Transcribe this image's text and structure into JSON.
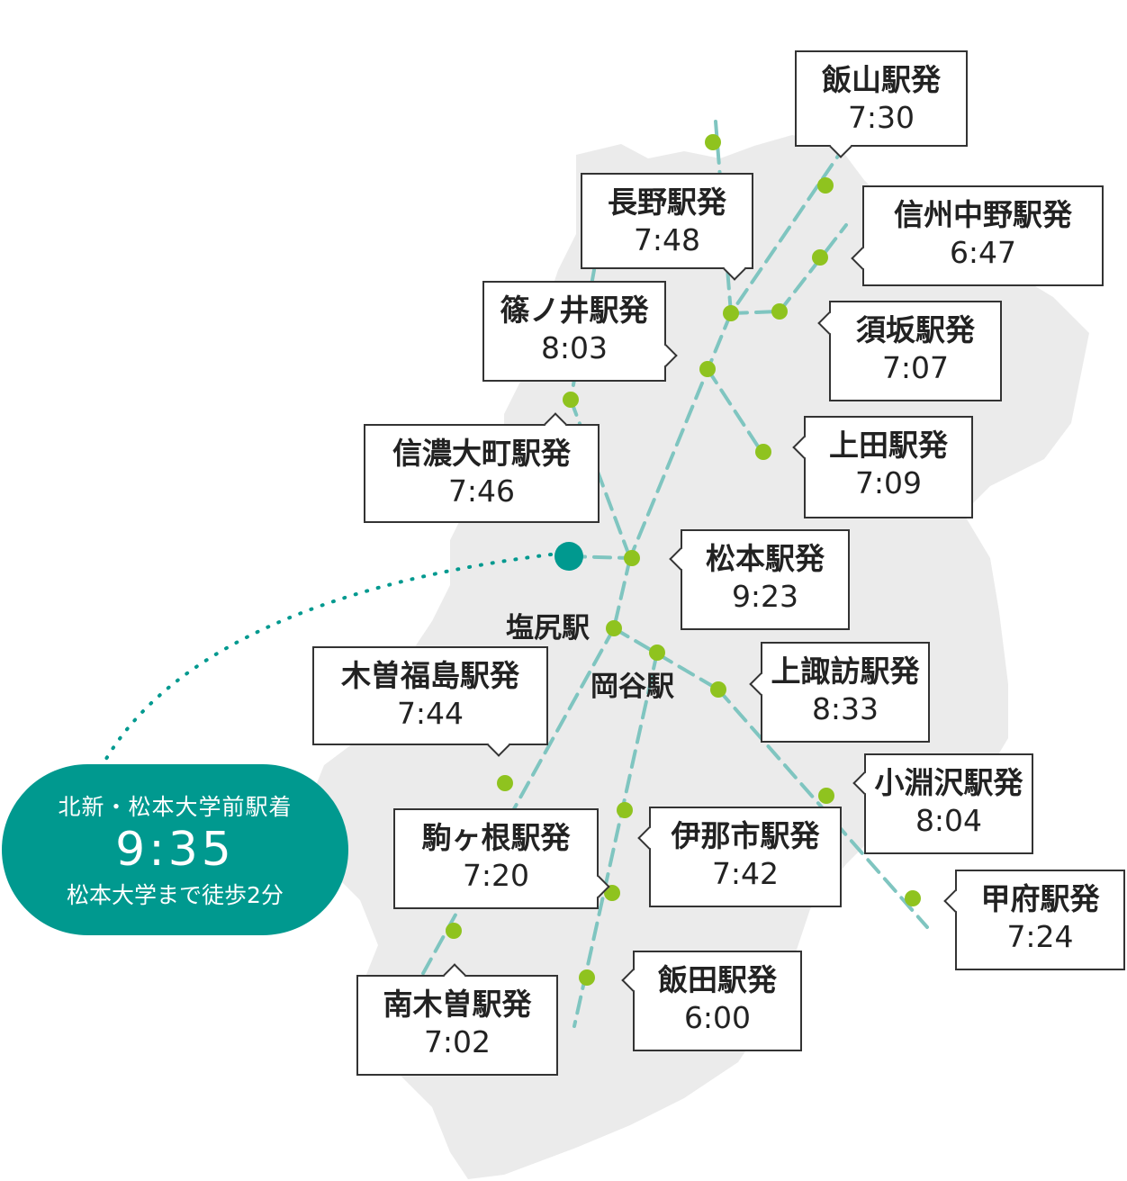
{
  "colors": {
    "land": "#ebebeb",
    "route": "#7fc5c0",
    "station": "#8fc31f",
    "destination": "#00998f",
    "text": "#222222"
  },
  "stations": [
    {
      "key": "iiyama",
      "name": "飯山駅発",
      "time": "7:30"
    },
    {
      "key": "nagano",
      "name": "長野駅発",
      "time": "7:48"
    },
    {
      "key": "shinshunakano",
      "name": "信州中野駅発",
      "time": "6:47"
    },
    {
      "key": "shinonoi",
      "name": "篠ノ井駅発",
      "time": "8:03"
    },
    {
      "key": "suzaka",
      "name": "須坂駅発",
      "time": "7:07"
    },
    {
      "key": "shinanoomachi",
      "name": "信濃大町駅発",
      "time": "7:46"
    },
    {
      "key": "ueda",
      "name": "上田駅発",
      "time": "7:09"
    },
    {
      "key": "matsumoto",
      "name": "松本駅発",
      "time": "9:23"
    },
    {
      "key": "kamisuwa",
      "name": "上諏訪駅発",
      "time": "8:33"
    },
    {
      "key": "kisofukushima",
      "name": "木曽福島駅発",
      "time": "7:44"
    },
    {
      "key": "kobuchizawa",
      "name": "小淵沢駅発",
      "time": "8:04"
    },
    {
      "key": "komagane",
      "name": "駒ヶ根駅発",
      "time": "7:20"
    },
    {
      "key": "ina",
      "name": "伊那市駅発",
      "time": "7:42"
    },
    {
      "key": "kofu",
      "name": "甲府駅発",
      "time": "7:24"
    },
    {
      "key": "minamikiso",
      "name": "南木曽駅発",
      "time": "7:02"
    },
    {
      "key": "iida",
      "name": "飯田駅発",
      "time": "6:00"
    }
  ],
  "labels": {
    "shiojiri": "塩尻駅",
    "okaya": "岡谷駅"
  },
  "destination": {
    "line1": "北新・松本大学前駅着",
    "time": "9:35",
    "line3": "松本大学まで徒歩2分"
  }
}
